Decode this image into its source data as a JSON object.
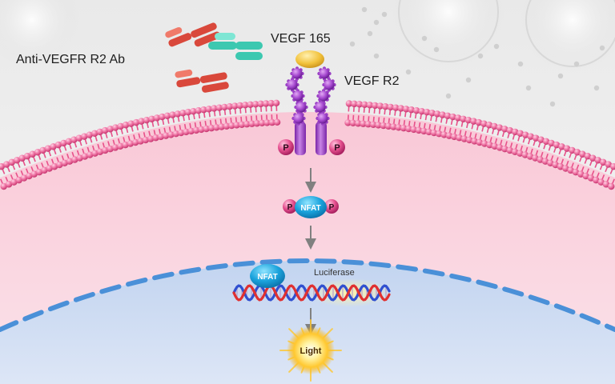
{
  "labels": {
    "antibody": "Anti-VEGFR R2 Ab",
    "ligand": "VEGF 165",
    "receptor": "VEGF R2",
    "phospho": "P",
    "nfat": "NFAT",
    "luciferase": "Luciferase",
    "light": "Light"
  },
  "colors": {
    "background": "#eeeeee",
    "cytoplasm": "#f8d6e0",
    "membrane": "#e8508a",
    "nucleus": "#cfdcf2",
    "nuclear_envelope": "#4a90d8",
    "antibody_heavy": "#d9483b",
    "antibody_light": "#3cc8b0",
    "vegf": "#f0c040",
    "receptor": "#a048c8",
    "phospho": "#e0448a",
    "nfat": "#1e9fd8",
    "dna_strand_1": "#e03030",
    "dna_strand_2": "#3050d0",
    "light": "#ffcc30"
  }
}
